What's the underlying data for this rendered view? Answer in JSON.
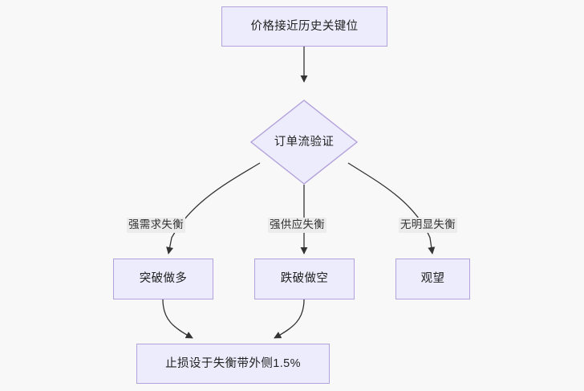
{
  "diagram": {
    "type": "flowchart",
    "direction": "top-down",
    "background_color": "#f8f8f9",
    "node_fill_color": "#ececfc",
    "node_border_color": "#b3a2db",
    "edge_color": "#333333",
    "edge_label_background": "#ececec",
    "nodes": [
      {
        "id": "start",
        "shape": "rectangle",
        "label": "价格接近历史关键位"
      },
      {
        "id": "decision",
        "shape": "diamond",
        "label": "订单流验证"
      },
      {
        "id": "long",
        "shape": "rectangle",
        "label": "突破做多"
      },
      {
        "id": "short",
        "shape": "rectangle",
        "label": "跌破做空"
      },
      {
        "id": "wait",
        "shape": "rectangle",
        "label": "观望"
      },
      {
        "id": "stop",
        "shape": "rectangle",
        "label": "止损设于失衡带外侧1.5%"
      }
    ],
    "edges": [
      {
        "from": "start",
        "to": "decision",
        "label": ""
      },
      {
        "from": "decision",
        "to": "long",
        "label": "强需求失衡"
      },
      {
        "from": "decision",
        "to": "short",
        "label": "强供应失衡"
      },
      {
        "from": "decision",
        "to": "wait",
        "label": "无明显失衡"
      },
      {
        "from": "long",
        "to": "stop",
        "label": ""
      },
      {
        "from": "short",
        "to": "stop",
        "label": ""
      }
    ]
  }
}
